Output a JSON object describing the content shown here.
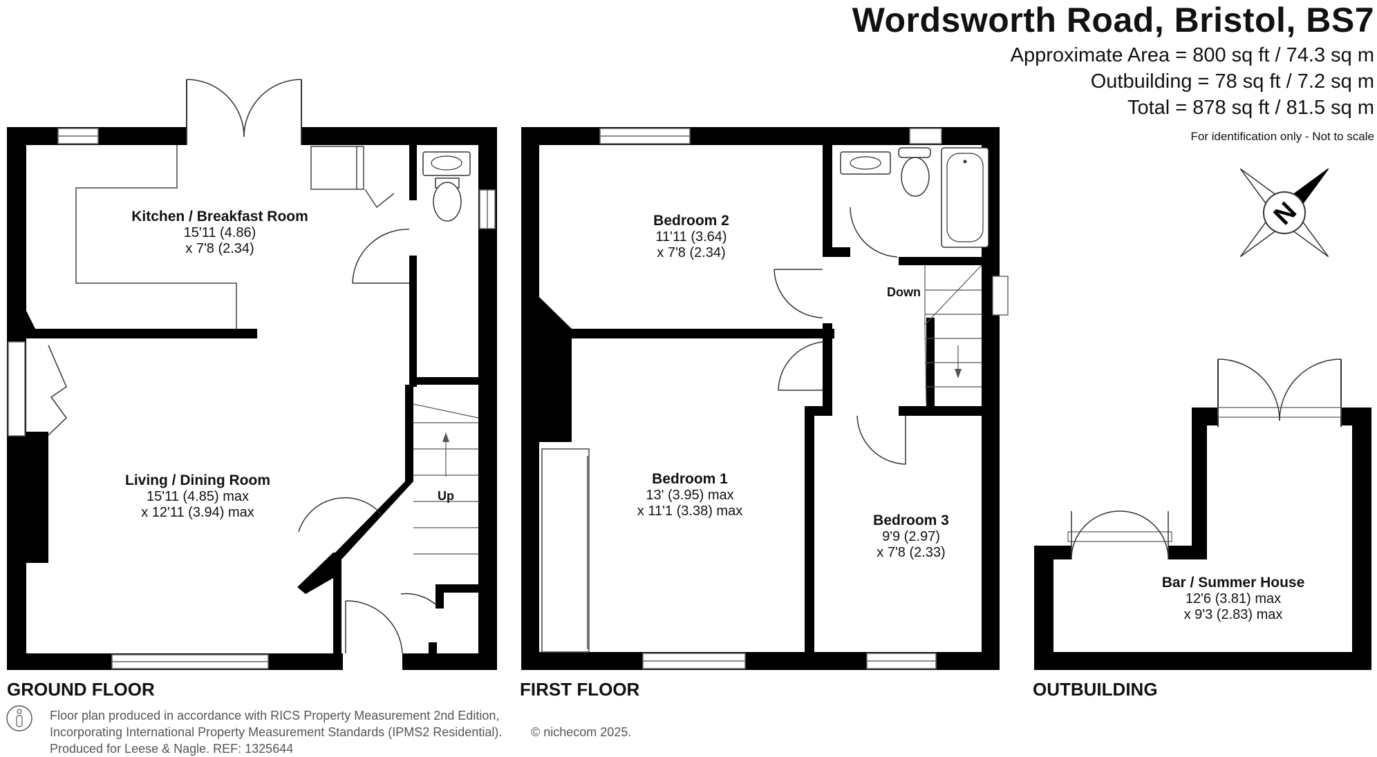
{
  "header": {
    "title": "Wordsworth Road, Bristol, BS7",
    "approx_area": "Approximate Area = 800 sq ft / 74.3 sq m",
    "outbuilding_area": "Outbuilding = 78 sq ft / 7.2 sq m",
    "total_area": "Total = 878 sq ft / 81.5 sq m",
    "disclaimer": "For identification only - Not to scale"
  },
  "compass": {
    "icon": "compass-rose-icon",
    "letter": "N"
  },
  "rooms": {
    "kitchen": {
      "name": "Kitchen / Breakfast Room",
      "dim1": "15'11 (4.86)",
      "dim2": "x 7'8 (2.34)"
    },
    "living": {
      "name": "Living / Dining Room",
      "dim1": "15'11 (4.85) max",
      "dim2": "x 12'11 (3.94) max"
    },
    "bedroom2": {
      "name": "Bedroom 2",
      "dim1": "11'11 (3.64)",
      "dim2": "x 7'8 (2.34)"
    },
    "bedroom1": {
      "name": "Bedroom 1",
      "dim1": "13' (3.95) max",
      "dim2": "x 11'1 (3.38) max"
    },
    "bedroom3": {
      "name": "Bedroom 3",
      "dim1": "9'9 (2.97)",
      "dim2": "x 7'8 (2.33)"
    },
    "summer_house": {
      "name": "Bar / Summer House",
      "dim1": "12'6 (3.81) max",
      "dim2": "x 9'3 (2.83) max"
    }
  },
  "stairs": {
    "up": "Up",
    "down": "Down"
  },
  "floors": {
    "ground": "GROUND FLOOR",
    "first": "FIRST FLOOR",
    "outbuilding": "OUTBUILDING"
  },
  "footer": {
    "line1": "Floor plan produced in accordance with RICS Property Measurement 2nd Edition,",
    "line2": "Incorporating International Property Measurement Standards (IPMS2 Residential).",
    "copyright": "© nichecom 2025.",
    "line3": "Produced for Leese & Nagle.   REF:  1325644"
  }
}
